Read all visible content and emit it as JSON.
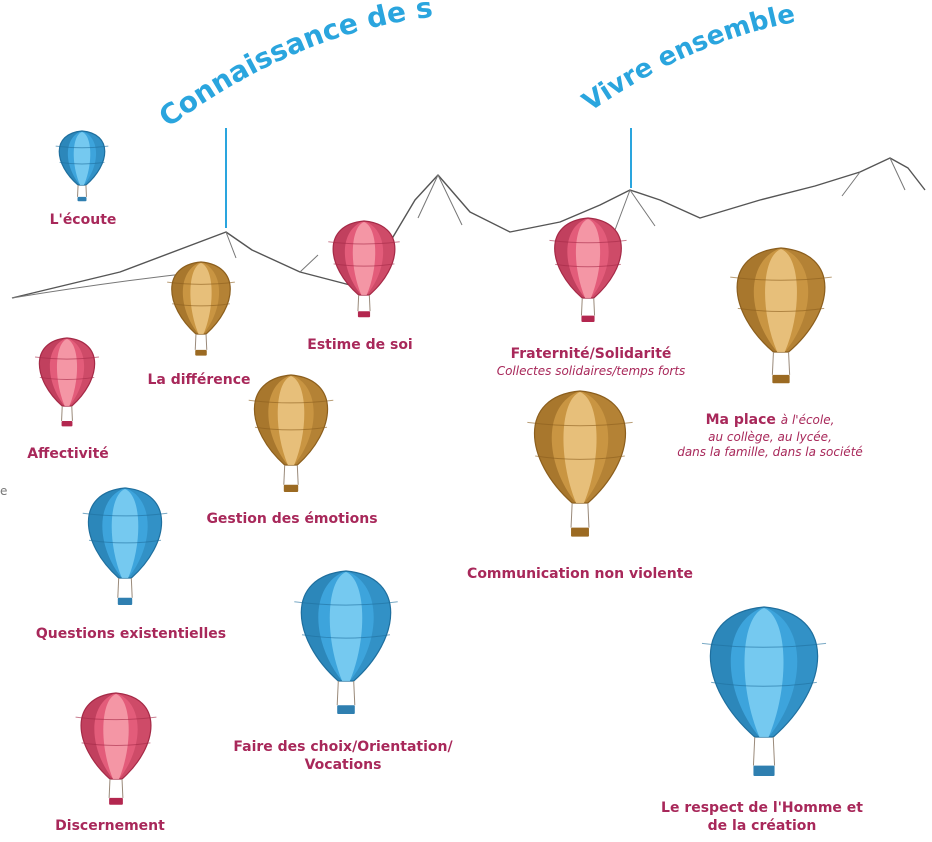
{
  "headings": {
    "connaissance": "Connaissance de soi",
    "vivre": "Vivre ensemble"
  },
  "stray_char": "e",
  "colors": {
    "blue": {
      "base": "#3da4dc",
      "dark": "#1f6f9e",
      "light": "#7fd0f3",
      "basket": "#2f7fb0"
    },
    "gold": {
      "base": "#c99542",
      "dark": "#8c5f1e",
      "light": "#ecc784",
      "basket": "#9b6a22"
    },
    "pink": {
      "base": "#e35c7a",
      "dark": "#a52a47",
      "light": "#f7a0ad",
      "basket": "#b3274f"
    },
    "text": "#a8285a",
    "heading": "#2aa5de",
    "mountain": "#555555"
  },
  "balloons": [
    {
      "id": "ecoute",
      "label": "L'écoute",
      "color": "blue"
    },
    {
      "id": "difference",
      "label": "La différence",
      "color": "gold"
    },
    {
      "id": "estime",
      "label": "Estime de soi",
      "color": "pink"
    },
    {
      "id": "fraternite",
      "label": "Fraternité/Solidarité",
      "sub": "Collectes solidaires/temps forts",
      "color": "pink"
    },
    {
      "id": "maplace",
      "label": "Ma place",
      "note": "à l'école,",
      "sub2": "au collège, au lycée,",
      "sub3": "dans la famille, dans la société",
      "color": "gold"
    },
    {
      "id": "affectivite",
      "label": "Affectivité",
      "color": "pink"
    },
    {
      "id": "emotions",
      "label": "Gestion des émotions",
      "color": "gold"
    },
    {
      "id": "communication",
      "label": "Communication non violente",
      "color": "gold"
    },
    {
      "id": "questions",
      "label": "Questions existentielles",
      "color": "blue"
    },
    {
      "id": "choix",
      "label": "Faire des choix/Orientation/",
      "label2": "Vocations",
      "color": "blue"
    },
    {
      "id": "respect",
      "label": "Le respect de l'Homme et",
      "label2": "de la création",
      "color": "blue"
    },
    {
      "id": "discernement",
      "label": "Discernement",
      "color": "pink"
    }
  ]
}
